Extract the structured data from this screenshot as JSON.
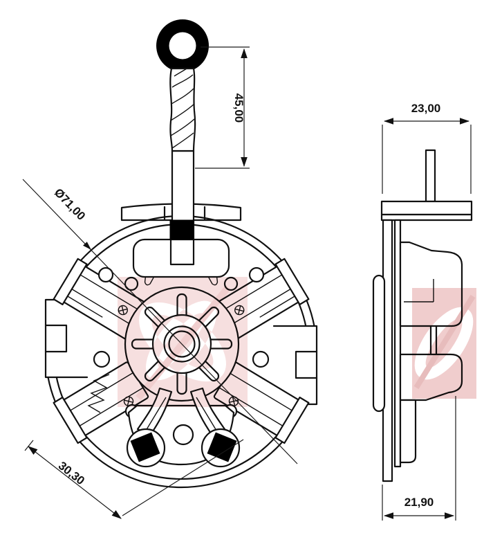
{
  "drawing": {
    "type": "technical-drawing",
    "subject": "starter motor brush holder - front and side orthographic views",
    "decimal_style": "comma"
  },
  "dimensions": {
    "lead_length": "45,00",
    "flange_width": "23,00",
    "outer_diameter": "Ø71,00",
    "brush_offset": "30,30",
    "body_depth": "21,90"
  },
  "colors": {
    "line": "#111111",
    "brush_fill": "#000000",
    "watermark_center": "#f5dada",
    "watermark_right": "#efc8c8"
  },
  "icons": [
    "ring-terminal-icon",
    "braided-lead-icon",
    "brush-icon",
    "spring-icon",
    "screw-icon"
  ]
}
